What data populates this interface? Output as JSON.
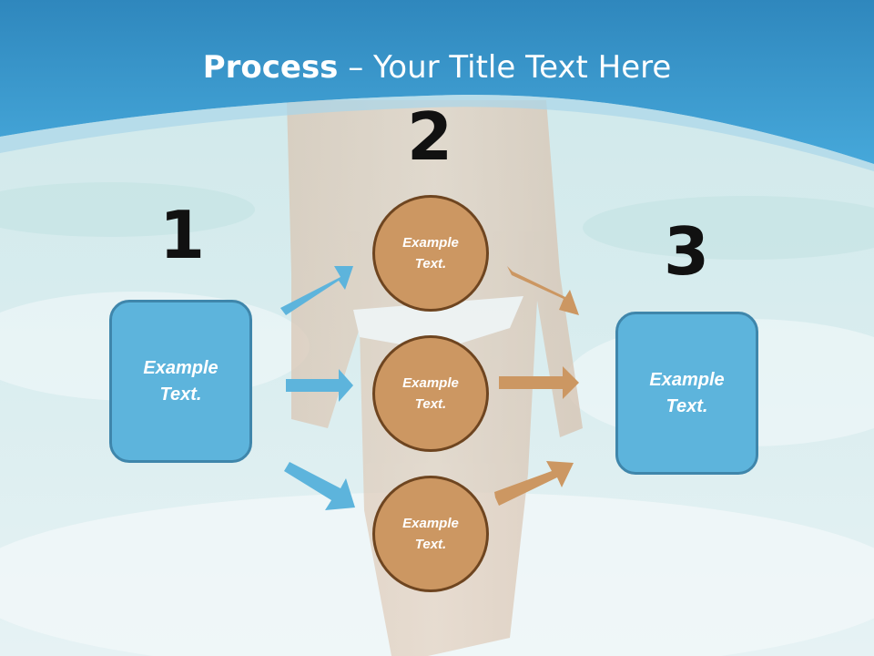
{
  "title": {
    "bold": "Process",
    "rest": " – Your Title Text Here"
  },
  "steps": {
    "one": "1",
    "two": "2",
    "three": "3"
  },
  "left_box": {
    "line1": "Example",
    "line2": "Text."
  },
  "right_box": {
    "line1": "Example",
    "line2": "Text."
  },
  "circles": [
    {
      "line1": "Example",
      "line2": "Text."
    },
    {
      "line1": "Example",
      "line2": "Text."
    },
    {
      "line1": "Example",
      "line2": "Text."
    }
  ],
  "colors": {
    "banner": "#3f9fd0",
    "box_fill": "#5db4dc",
    "box_border": "#3f86ab",
    "circle_fill": "#cc9762",
    "circle_border": "#6e4520",
    "blue_arrow": "#5db4dc",
    "orange_arrow": "#cc9762"
  }
}
